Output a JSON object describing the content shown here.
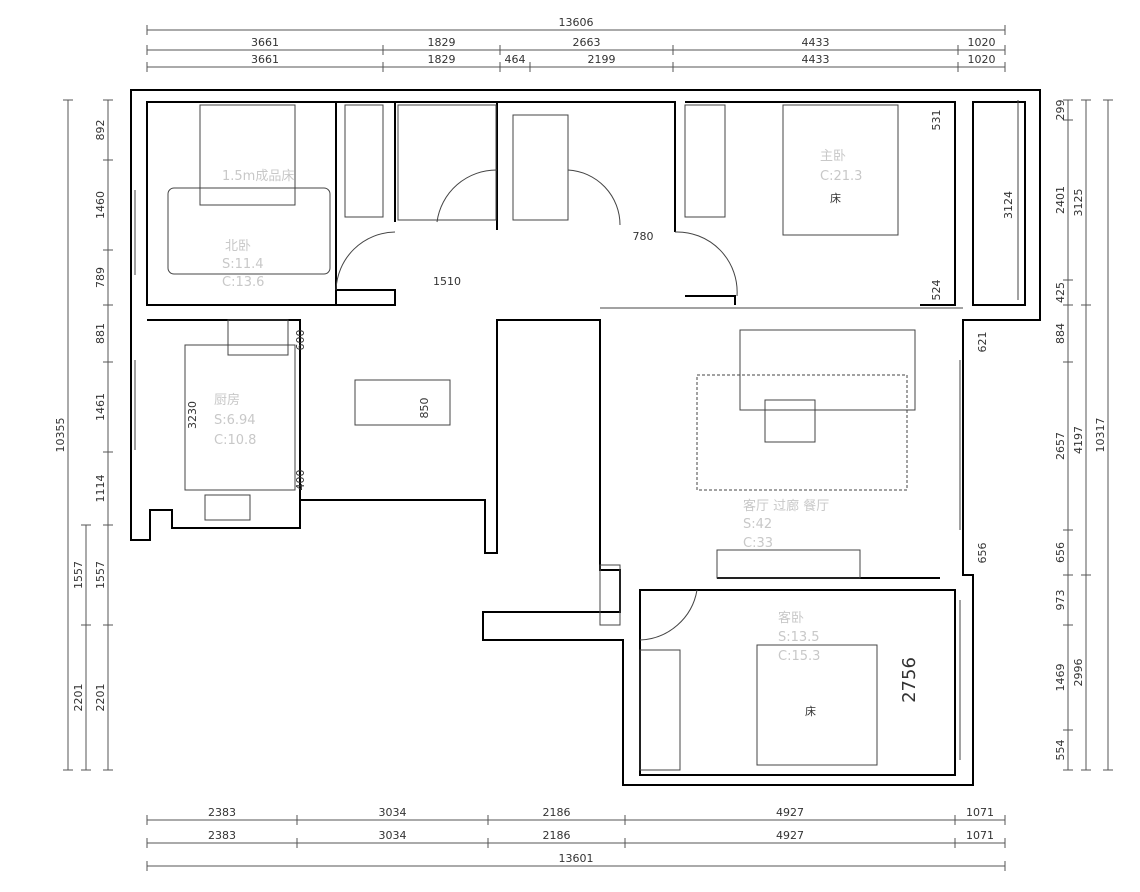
{
  "dimensions": {
    "top_total": "13606",
    "top_row1": [
      "3661",
      "1829",
      "2663",
      "4433",
      "1020"
    ],
    "top_row2": [
      "3661",
      "1829",
      "464",
      "2199",
      "4433",
      "1020"
    ],
    "bottom_row1": [
      "2383",
      "3034",
      "2186",
      "4927",
      "1071"
    ],
    "bottom_row2": [
      "2383",
      "3034",
      "2186",
      "4927",
      "1071"
    ],
    "bottom_total": "13601",
    "left_total": "10355",
    "left_inner": [
      "892",
      "1460",
      "789",
      "881",
      "1461",
      "1114",
      "1557",
      "2201"
    ],
    "left_outer": [
      "1557",
      "2201"
    ],
    "right_inner": [
      "299",
      "2401",
      "425",
      "884",
      "2657",
      "656",
      "973",
      "1469",
      "554"
    ],
    "right_mid": [
      "3125",
      "4197",
      "2996"
    ],
    "right_total": "10317",
    "interior": {
      "d3124": "3124",
      "d531": "531",
      "d524": "524",
      "d621": "621",
      "d656": "656",
      "d2756": "2756",
      "d1510": "1510",
      "d780": "780",
      "d3230": "3230",
      "d600": "600",
      "d850": "850",
      "d400": "400"
    }
  },
  "rooms": {
    "north_bedroom": {
      "bed": "1.5m成品床",
      "name": "北卧",
      "area": "S:11.4",
      "ceiling": "C:13.6"
    },
    "master_bedroom": {
      "name": "主卧",
      "bed": "床",
      "ceiling": "C:21.3"
    },
    "kitchen": {
      "name": "厨房",
      "area": "S:6.94",
      "ceiling": "C:10.8"
    },
    "living": {
      "name": "客厅 过廊 餐厅",
      "area": "S:42",
      "ceiling": "C:33"
    },
    "guest_bedroom": {
      "name": "客卧",
      "bed": "床",
      "area": "S:13.5",
      "ceiling": "C:15.3"
    }
  }
}
